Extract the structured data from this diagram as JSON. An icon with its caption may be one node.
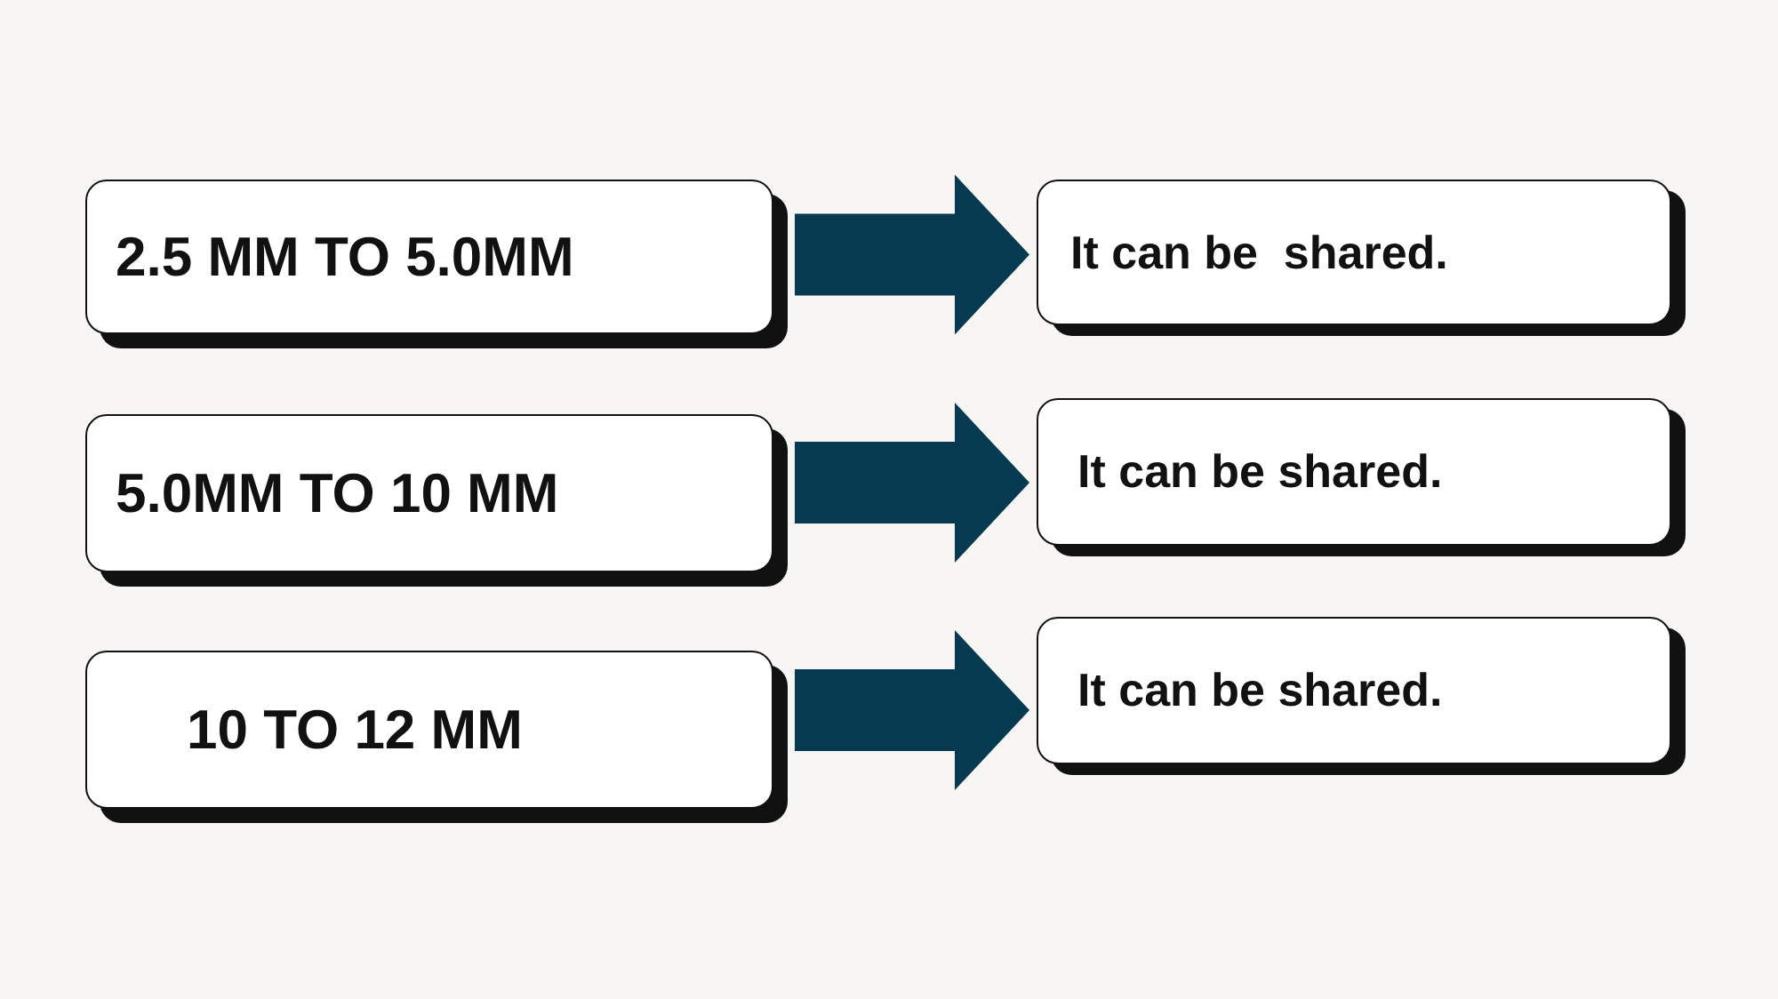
{
  "diagram": {
    "nodes": [
      {
        "text": [
          "2.5 MM TO 5.0MM"
        ]
      },
      {
        "text": [
          "It can be  shared."
        ]
      },
      {
        "text": [
          "5.0MM TO 10 MM"
        ]
      },
      {
        "text": [
          "It can be shared."
        ]
      },
      {
        "text": [
          "10 TO 12 MM"
        ]
      },
      {
        "text": [
          "It can be shared."
        ]
      }
    ],
    "edges": [
      {
        "from": 0,
        "to": 1,
        "arrow": "to"
      },
      {
        "from": 2,
        "to": 3,
        "arrow": "to"
      },
      {
        "from": 4,
        "to": 5,
        "arrow": "to"
      }
    ]
  }
}
